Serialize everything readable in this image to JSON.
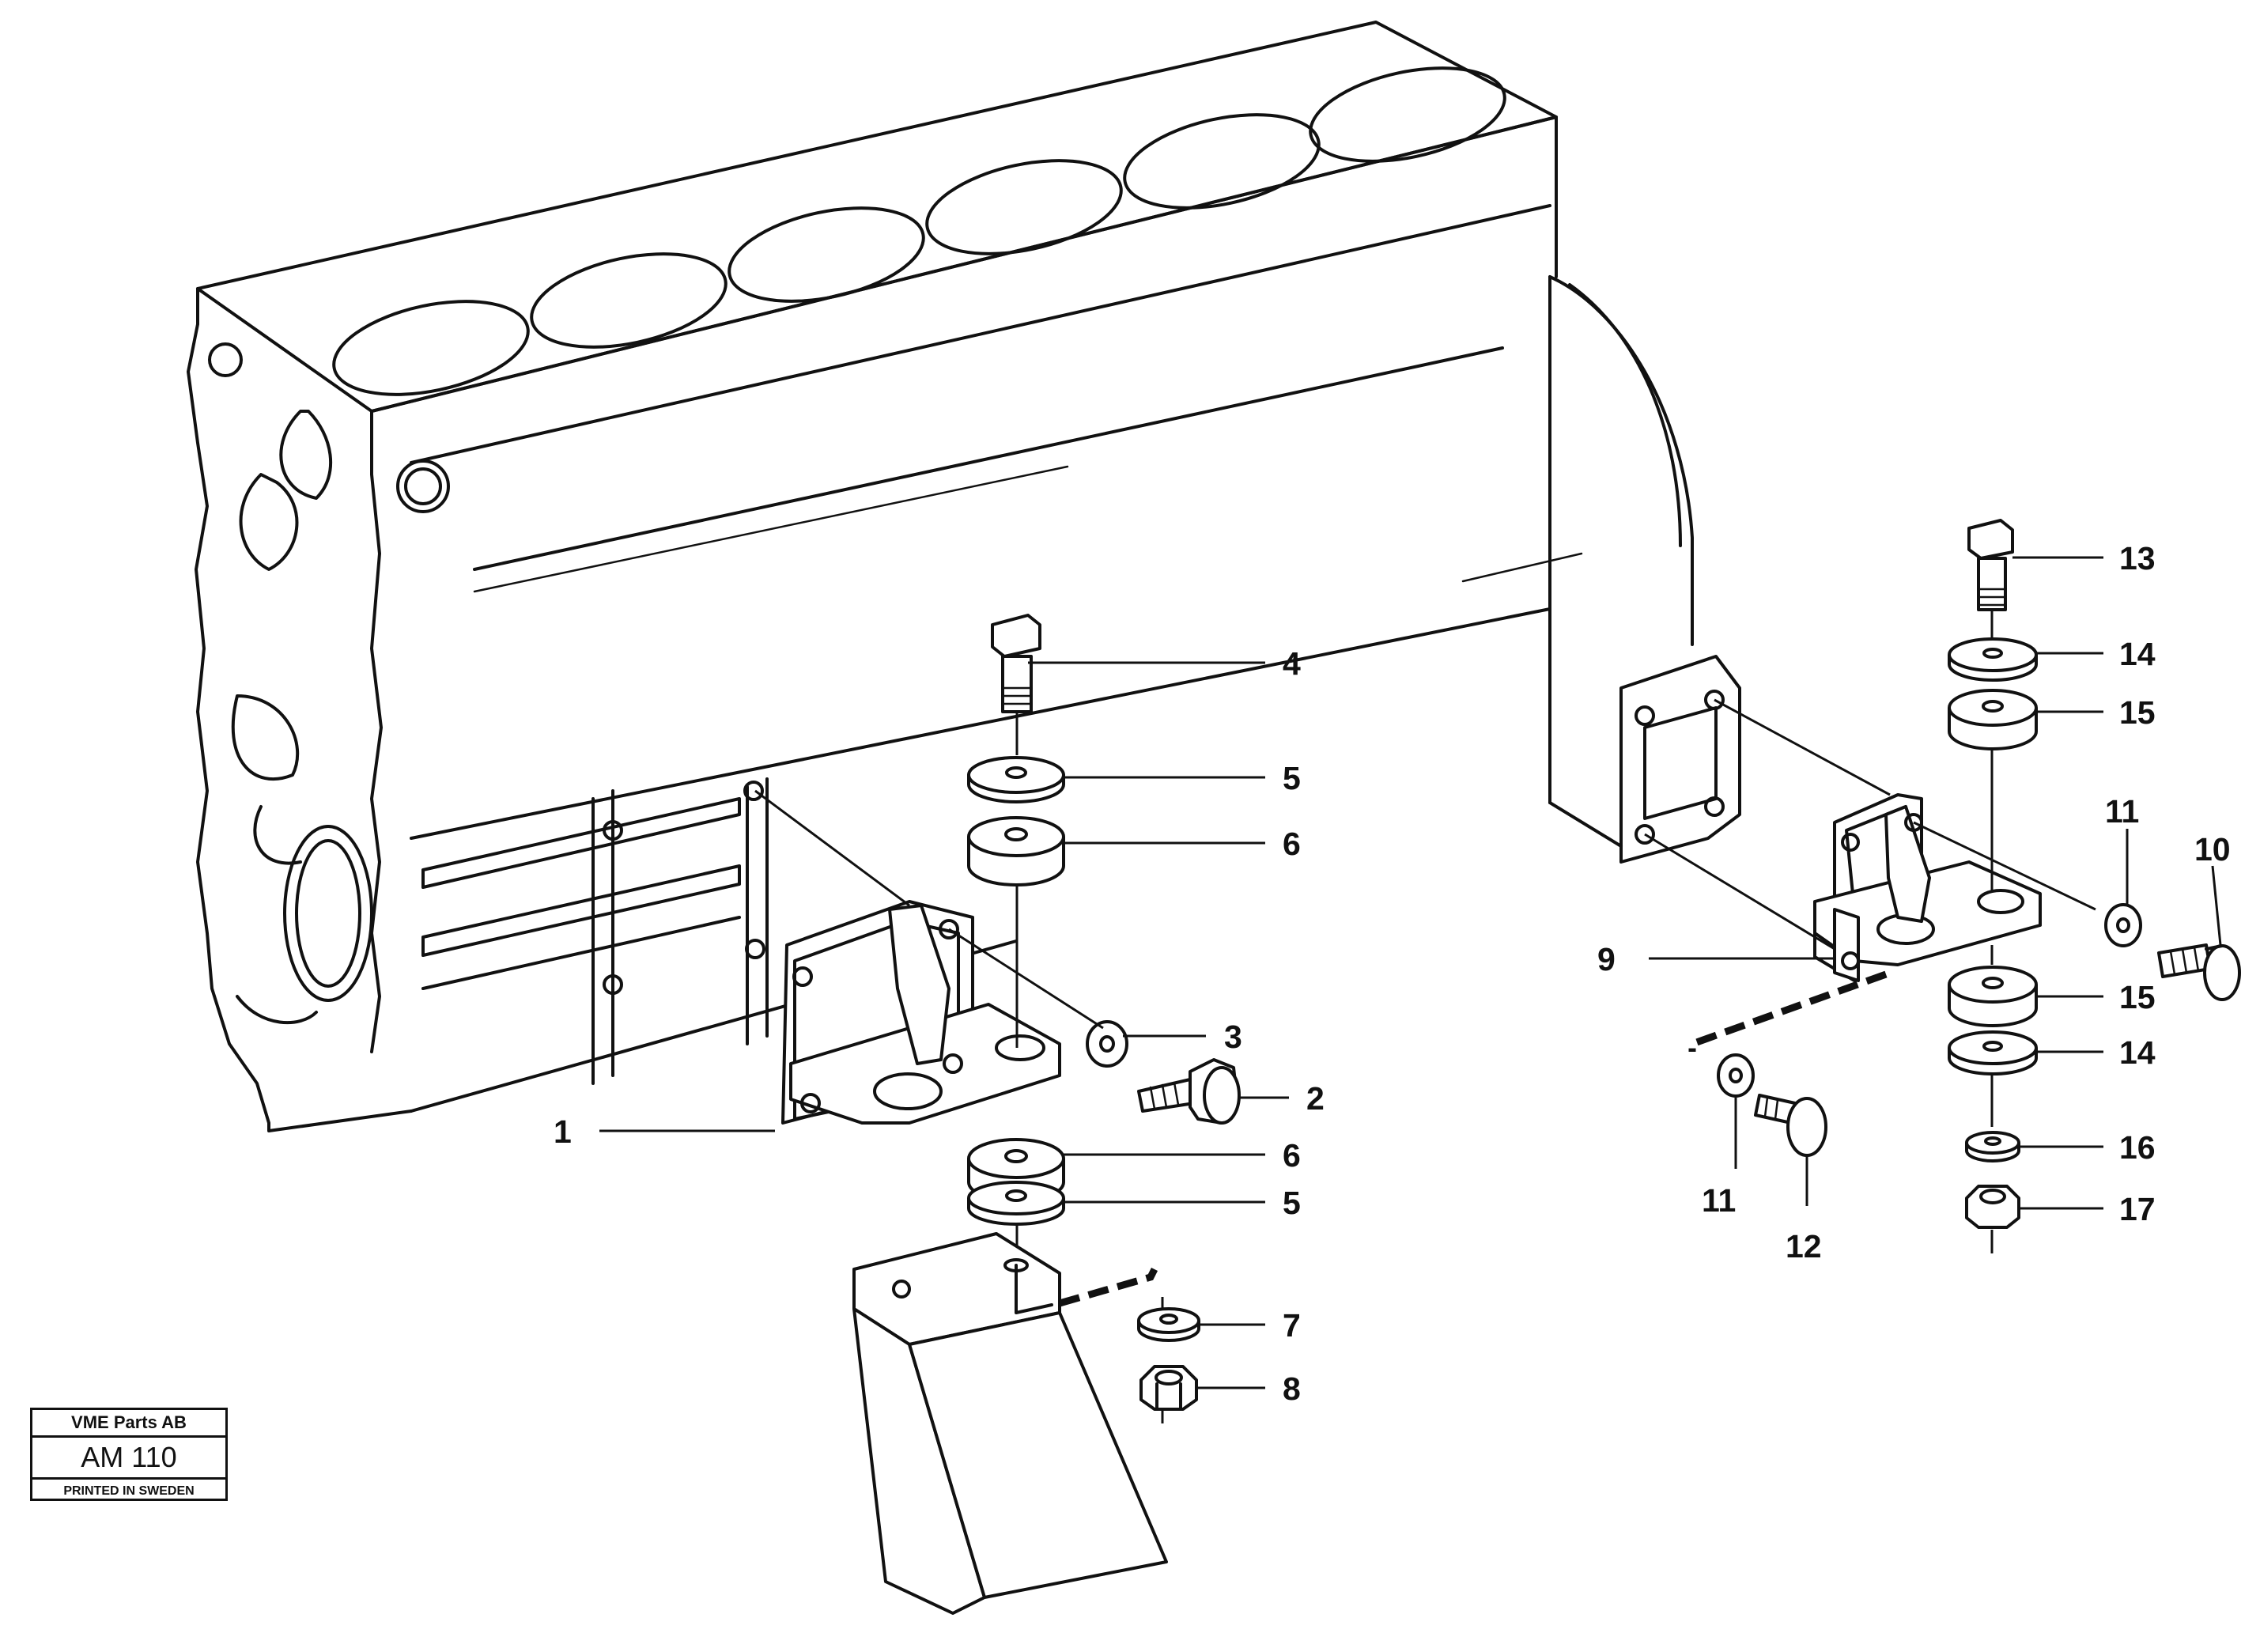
{
  "diagram": {
    "callouts": [
      {
        "id": "1",
        "label": "1"
      },
      {
        "id": "2",
        "label": "2"
      },
      {
        "id": "3",
        "label": "3"
      },
      {
        "id": "4",
        "label": "4"
      },
      {
        "id": "5a",
        "label": "5"
      },
      {
        "id": "6a",
        "label": "6"
      },
      {
        "id": "6b",
        "label": "6"
      },
      {
        "id": "5b",
        "label": "5"
      },
      {
        "id": "7",
        "label": "7"
      },
      {
        "id": "8",
        "label": "8"
      },
      {
        "id": "9",
        "label": "9"
      },
      {
        "id": "10",
        "label": "10"
      },
      {
        "id": "11a",
        "label": "11"
      },
      {
        "id": "11b",
        "label": "11"
      },
      {
        "id": "12",
        "label": "12"
      },
      {
        "id": "13",
        "label": "13"
      },
      {
        "id": "14a",
        "label": "14"
      },
      {
        "id": "15a",
        "label": "15"
      },
      {
        "id": "15b",
        "label": "15"
      },
      {
        "id": "14b",
        "label": "14"
      },
      {
        "id": "16",
        "label": "16"
      },
      {
        "id": "17",
        "label": "17"
      }
    ]
  },
  "stamp": {
    "company": "VME Parts AB",
    "code": "AM 110",
    "printed": "PRINTED IN SWEDEN"
  }
}
